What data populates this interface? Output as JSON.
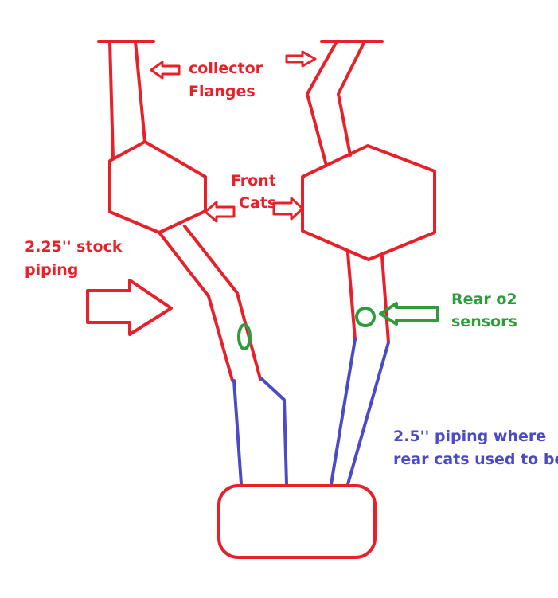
{
  "colors": {
    "red": "#e8202a",
    "green": "#2e9c3c",
    "blue": "#4b4bc8",
    "background": "#ffffff"
  },
  "labels": {
    "collector_line1": "collector",
    "collector_line2": "Flanges",
    "front_cats_line1": "Front",
    "front_cats_line2": "Cats",
    "stock_piping_line1": "2.25'' stock",
    "stock_piping_line2": "piping",
    "rear_o2_line1": "Rear o2",
    "rear_o2_line2": "sensors",
    "piping_2_5_line1": "2.5'' piping where",
    "piping_2_5_line2": "rear cats used to be"
  }
}
